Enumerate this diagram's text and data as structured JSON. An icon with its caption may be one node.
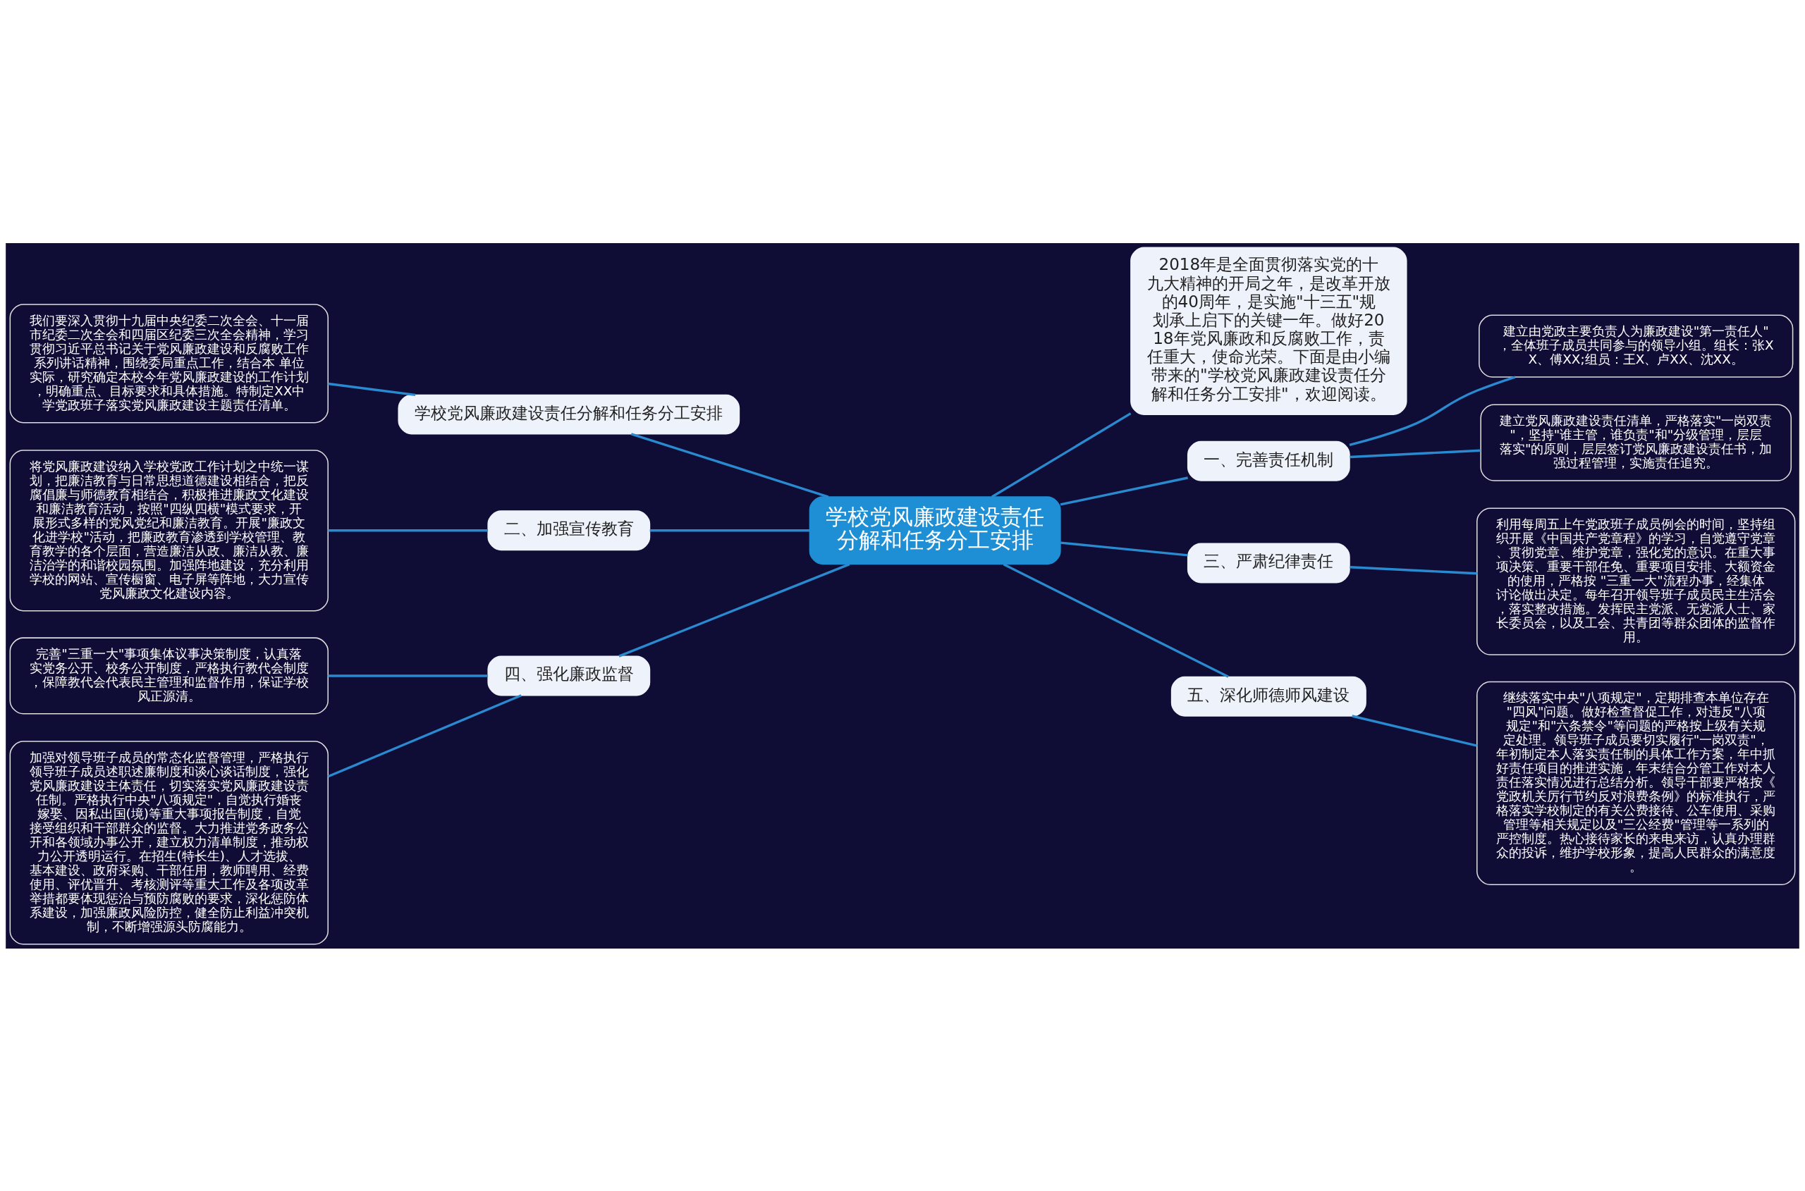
{
  "diagram": {
    "nodes": [
      {
        "text": [
          "学校党风廉政建设责任分解和任务分工安排"
        ]
      },
      {
        "text": [
          "2018年是全面贯彻落实党的十九大精神的开局之年，是改革开放的40周年，是实施\"十三五\"规划承上启下的关键一年。做好2018年党风廉政和反腐败工作，责任重大，使命光荣。下面是由小编带来的\"学校党风廉政建设责任分解和任务分工安排\"，欢迎阅读。"
        ]
      },
      {
        "text": [
          "学校党风廉政建设责任分解和任务分工安排"
        ]
      },
      {
        "text": [
          "我们要深入贯彻十九届中央纪委二次全会、十一届市纪委二次全会和四届区纪委三次全会精神，学习贯彻习近平总书记关于党风廉政建设和反腐败工作系列讲话精神，围绕委局重点工作，结合本 单位实际，研究确定本校今年党风廉政建设的工作计划，明确重点、目标要求和具体措施。特制定XX中学党政班子落实党风廉政建设主题责任清单。"
        ]
      },
      {
        "text": [
          "一、完善责任机制"
        ]
      },
      {
        "text": [
          "建立由党政主要负责人为廉政建设\"第一责任人\"，全体班子成员共同参与的领导小组。组长：张XX、傅XX;组员：王X、卢XX、沈XX。"
        ]
      },
      {
        "text": [
          "建立党风廉政建设责任清单，严格落实\"一岗双责\"，坚持\"谁主管，谁负责\"和\"分级管理，层层落实\"的原则，层层签订党风廉政建设责任书，加强过程管理，实施责任追究。"
        ]
      },
      {
        "text": [
          "二、加强宣传教育"
        ]
      },
      {
        "text": [
          "将党风廉政建设纳入学校党政工作计划之中统一谋划，把廉洁教育与日常思想道德建设相结合，把反腐倡廉与师德教育相结合，积极推进廉政文化建设和廉洁教育活动，按照\"四纵四横\"模式要求，开展形式多样的党风党纪和廉洁教育。开展\"廉政文化进学校\"活动，把廉政教育渗透到学校管理、教育教学的各个层面，营造廉洁从政、廉洁从教、廉洁治学的和谐校园氛围。加强阵地建设，充分利用学校的网站、宣传橱窗、电子屏等阵地，大力宣传党风廉政文化建设内容。"
        ]
      },
      {
        "text": [
          "三、严肃纪律责任"
        ]
      },
      {
        "text": [
          "利用每周五上午党政班子成员例会的时间，坚持组织开展《中国共产党章程》的学习，自觉遵守党章、贯彻党章、维护党章，强化党的意识。在重大事项决策、重要干部任免、重要项目安排、大额资金的使用，严格按 \"三重一大\"流程办事，经集体讨论做出决定。每年召开领导班子成员民主生活会，落实整改措施。发挥民主党派、无党派人士、家长委员会，以及工会、共青团等群众团体的监督作用。"
        ]
      },
      {
        "text": [
          "四、强化廉政监督"
        ]
      },
      {
        "text": [
          "完善\"三重一大\"事项集体议事决策制度，认真落实党务公开、校务公开制度，严格执行教代会制度，保障教代会代表民主管理和监督作用，保证学校风正源清。"
        ]
      },
      {
        "text": [
          "加强对领导班子成员的常态化监督管理，严格执行领导班子成员述职述廉制度和谈心谈话制度，强化党风廉政建设主体责任，切实落实党风廉政建设责任制。严格执行中央\"八项规定\"，自觉执行婚丧嫁娶、因私出国(境)等重大事项报告制度，自觉接受组织和干部群众的监督。大力推进党务政务公开和各领域办事公开，建立权力清单制度，推动权力公开透明运行。在招生(特长生)、人才选拔、基本建设、政府采购、干部任用，教师聘用、经费使用、评优晋升、考核测评等重大工作及各项改革举措都要体现惩治与预防腐败的要求，深化惩防体系建设，加强廉政风险防控，健全防止利益冲突机制，不断增强源头防腐能力。"
        ]
      },
      {
        "text": [
          "五、深化师德师风建设"
        ]
      },
      {
        "text": [
          "继续落实中央\"八项规定\"，定期排查本单位存在\"四风\"问题。做好检查督促工作，对违反\"八项规定\"和\"六条禁令\"等问题的严格按上级有关规定处理。领导班子成员要切实履行\"一岗双责\"，年初制定本人落实责任制的具体工作方案，年中抓好责任项目的推进实施，年末结合分管工作对本人责任落实情况进行总结分析。领导干部要严格按《党政机关厉行节约反对浪费条例》的标准执行，严格落实学校制定的有关公费接待、公车使用、采购管理等相关规定以及\"三公经费\"管理等一系列的严控制度。热心接待家长的来电来访，认真办理群众的投诉，维护学校形象，提高人民群众的满意度。"
        ]
      }
    ],
    "edges": [
      {
        "from": 0,
        "to": 1,
        "arrow": "none"
      },
      {
        "from": 2,
        "to": 0,
        "arrow": "none"
      },
      {
        "from": 3,
        "to": 2,
        "arrow": "none"
      },
      {
        "from": 0,
        "to": 4,
        "arrow": "none"
      },
      {
        "from": 4,
        "to": 5,
        "arrow": "none"
      },
      {
        "from": 4,
        "to": 6,
        "arrow": "none"
      },
      {
        "from": 7,
        "to": 0,
        "arrow": "none"
      },
      {
        "from": 8,
        "to": 7,
        "arrow": "none"
      },
      {
        "from": 0,
        "to": 9,
        "arrow": "none"
      },
      {
        "from": 9,
        "to": 10,
        "arrow": "none"
      },
      {
        "from": 11,
        "to": 0,
        "arrow": "none"
      },
      {
        "from": 12,
        "to": 11,
        "arrow": "none"
      },
      {
        "from": 13,
        "to": 11,
        "arrow": "none"
      },
      {
        "from": 0,
        "to": 14,
        "arrow": "none"
      },
      {
        "from": 14,
        "to": 15,
        "arrow": "none"
      }
    ]
  }
}
